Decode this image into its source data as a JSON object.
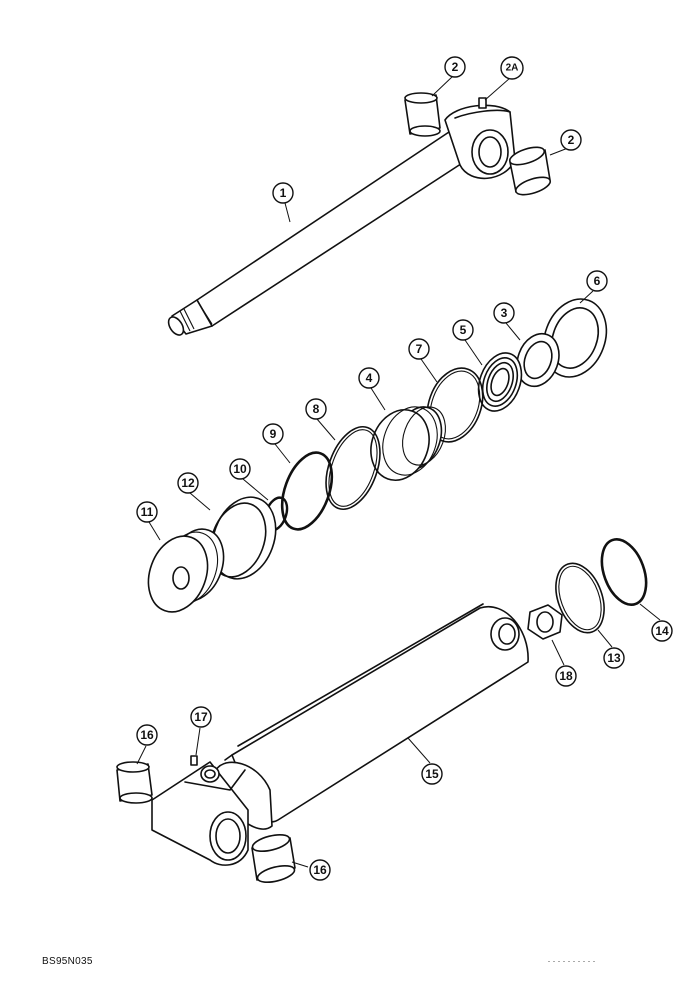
{
  "callouts": [
    {
      "id": "c1",
      "text": "1"
    },
    {
      "id": "c2a",
      "text": "2"
    },
    {
      "id": "c2A",
      "text": "2A"
    },
    {
      "id": "c2b",
      "text": "2"
    },
    {
      "id": "c6",
      "text": "6"
    },
    {
      "id": "c3",
      "text": "3"
    },
    {
      "id": "c5",
      "text": "5"
    },
    {
      "id": "c7",
      "text": "7"
    },
    {
      "id": "c4",
      "text": "4"
    },
    {
      "id": "c8",
      "text": "8"
    },
    {
      "id": "c9",
      "text": "9"
    },
    {
      "id": "c10",
      "text": "10"
    },
    {
      "id": "c12",
      "text": "12"
    },
    {
      "id": "c11",
      "text": "11"
    },
    {
      "id": "c14",
      "text": "14"
    },
    {
      "id": "c13",
      "text": "13"
    },
    {
      "id": "c18",
      "text": "18"
    },
    {
      "id": "c15",
      "text": "15"
    },
    {
      "id": "c17",
      "text": "17"
    },
    {
      "id": "c16a",
      "text": "16"
    },
    {
      "id": "c16b",
      "text": "16"
    }
  ],
  "footer_code": "BS95N035"
}
